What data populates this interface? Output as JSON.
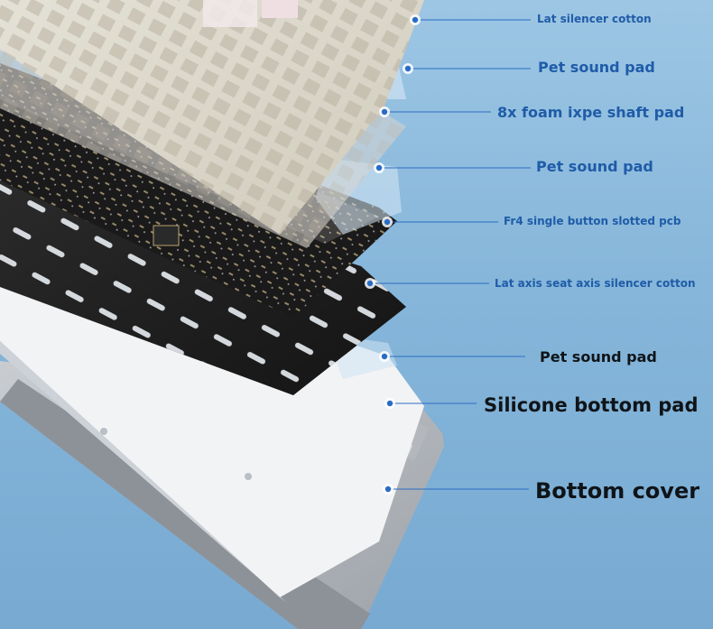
{
  "diagram": {
    "layers": [
      {
        "label": "Lat silencer cotton",
        "color": "#1f5ca8"
      },
      {
        "label": "Pet sound pad",
        "color": "#1f5ca8"
      },
      {
        "label": "8x foam ixpe shaft pad",
        "color": "#1f5ca8"
      },
      {
        "label": "Pet sound pad",
        "color": "#1f5ca8"
      },
      {
        "label": "Fr4 single button slotted pcb",
        "color": "#1f5ca8"
      },
      {
        "label": "Lat axis seat axis silencer cotton",
        "color": "#1f5ca8"
      },
      {
        "label": "Pet sound pad",
        "color": "#0f1418"
      },
      {
        "label": "Silicone bottom pad",
        "color": "#0f1418"
      },
      {
        "label": "Bottom cover",
        "color": "#0f1418"
      }
    ],
    "leader_line_color": "#2a6cc4",
    "background_color": "#8ab9dc"
  }
}
